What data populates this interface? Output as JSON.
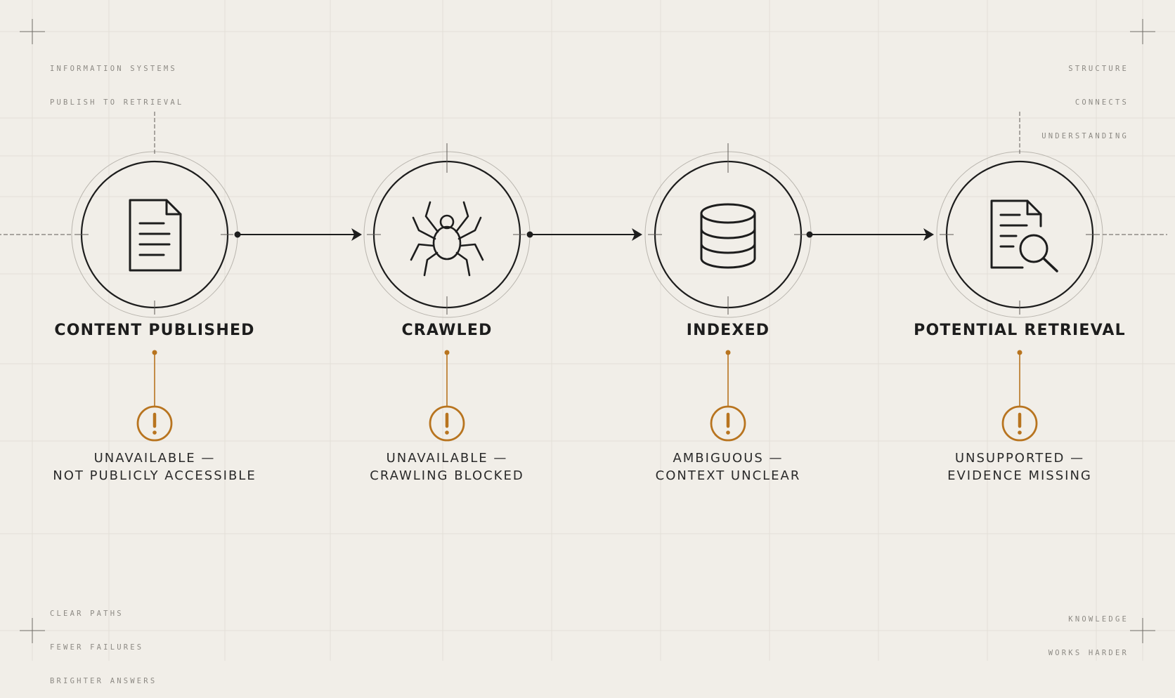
{
  "corners": {
    "top_left": [
      "INFORMATION SYSTEMS",
      "PUBLISH TO RETRIEVAL"
    ],
    "top_right": [
      "STRUCTURE",
      "CONNECTS",
      "UNDERSTANDING"
    ],
    "bottom_left": [
      "CLEAR PATHS",
      "FEWER FAILURES",
      "BRIGHTER ANSWERS"
    ],
    "bottom_right": [
      "KNOWLEDGE",
      "WORKS HARDER"
    ]
  },
  "stages": [
    {
      "label": "CONTENT PUBLISHED",
      "icon": "document-icon",
      "warning": [
        "UNAVAILABLE —",
        "NOT PUBLICLY ACCESSIBLE"
      ]
    },
    {
      "label": "CRAWLED",
      "icon": "spider-icon",
      "warning": [
        "UNAVAILABLE —",
        "CRAWLING BLOCKED"
      ]
    },
    {
      "label": "INDEXED",
      "icon": "database-icon",
      "warning": [
        "AMBIGUOUS —",
        "CONTEXT UNCLEAR"
      ]
    },
    {
      "label": "POTENTIAL RETRIEVAL",
      "icon": "document-search-icon",
      "warning": [
        "UNSUPPORTED —",
        "EVIDENCE MISSING"
      ]
    }
  ],
  "colors": {
    "background": "#f1eee8",
    "ink": "#1d1d1d",
    "accent": "#b8741f",
    "grid": "#e3dfd7"
  },
  "warning_icon": "exclamation-circle-icon"
}
